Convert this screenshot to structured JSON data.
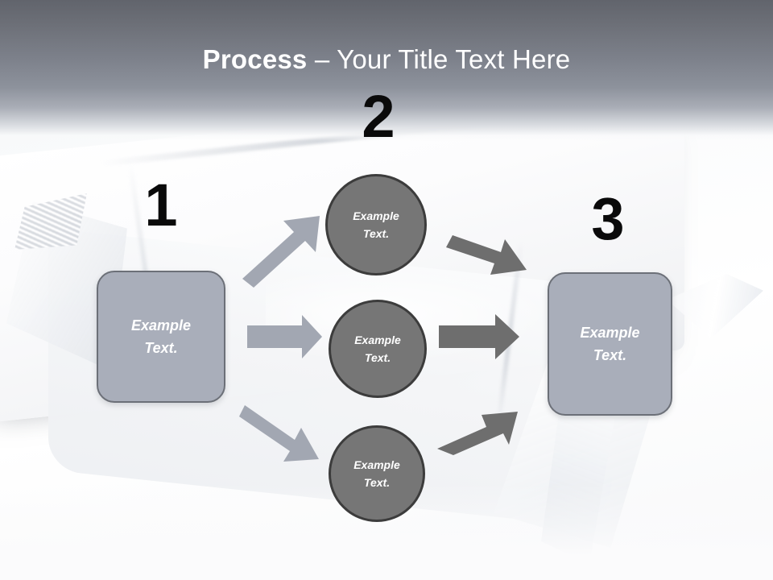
{
  "slide": {
    "title_bold": "Process",
    "title_rest": " – Your Title Text Here",
    "background_image_description": "white-wrapped-parcel-photo"
  },
  "colors": {
    "header_top": "#61646c",
    "header_mid": "#8d929c",
    "title_text": "#ffffff",
    "step_number": "#0a0a0a",
    "box_fill": "#a9aeba",
    "box_border": "#6c7078",
    "circle_fill": "#767676",
    "circle_border": "#3c3c3c",
    "arrow_light": "#a2a7b2",
    "arrow_dark": "#6e6e6e",
    "node_text": "#ffffff"
  },
  "steps": [
    {
      "number": "1",
      "name": "step-one"
    },
    {
      "number": "2",
      "name": "step-two"
    },
    {
      "number": "3",
      "name": "step-three"
    }
  ],
  "nodes": {
    "start_box": {
      "line1": "Example",
      "line2": "Text."
    },
    "circle_top": {
      "line1": "Example",
      "line2": "Text."
    },
    "circle_middle": {
      "line1": "Example",
      "line2": "Text."
    },
    "circle_bottom": {
      "line1": "Example",
      "line2": "Text."
    },
    "end_box": {
      "line1": "Example",
      "line2": "Text."
    }
  },
  "arrows": [
    {
      "name": "arrow-start-to-top",
      "from": "start_box",
      "to": "circle_top",
      "direction": "up-right",
      "color": "#a2a7b2"
    },
    {
      "name": "arrow-start-to-middle",
      "from": "start_box",
      "to": "circle_middle",
      "direction": "right",
      "color": "#a2a7b2"
    },
    {
      "name": "arrow-start-to-bottom",
      "from": "start_box",
      "to": "circle_bottom",
      "direction": "down-right",
      "color": "#a2a7b2"
    },
    {
      "name": "arrow-top-to-end",
      "from": "circle_top",
      "to": "end_box",
      "direction": "down-right",
      "color": "#6e6e6e"
    },
    {
      "name": "arrow-middle-to-end",
      "from": "circle_middle",
      "to": "end_box",
      "direction": "right",
      "color": "#6e6e6e"
    },
    {
      "name": "arrow-bottom-to-end",
      "from": "circle_bottom",
      "to": "end_box",
      "direction": "up-right",
      "color": "#6e6e6e"
    }
  ]
}
